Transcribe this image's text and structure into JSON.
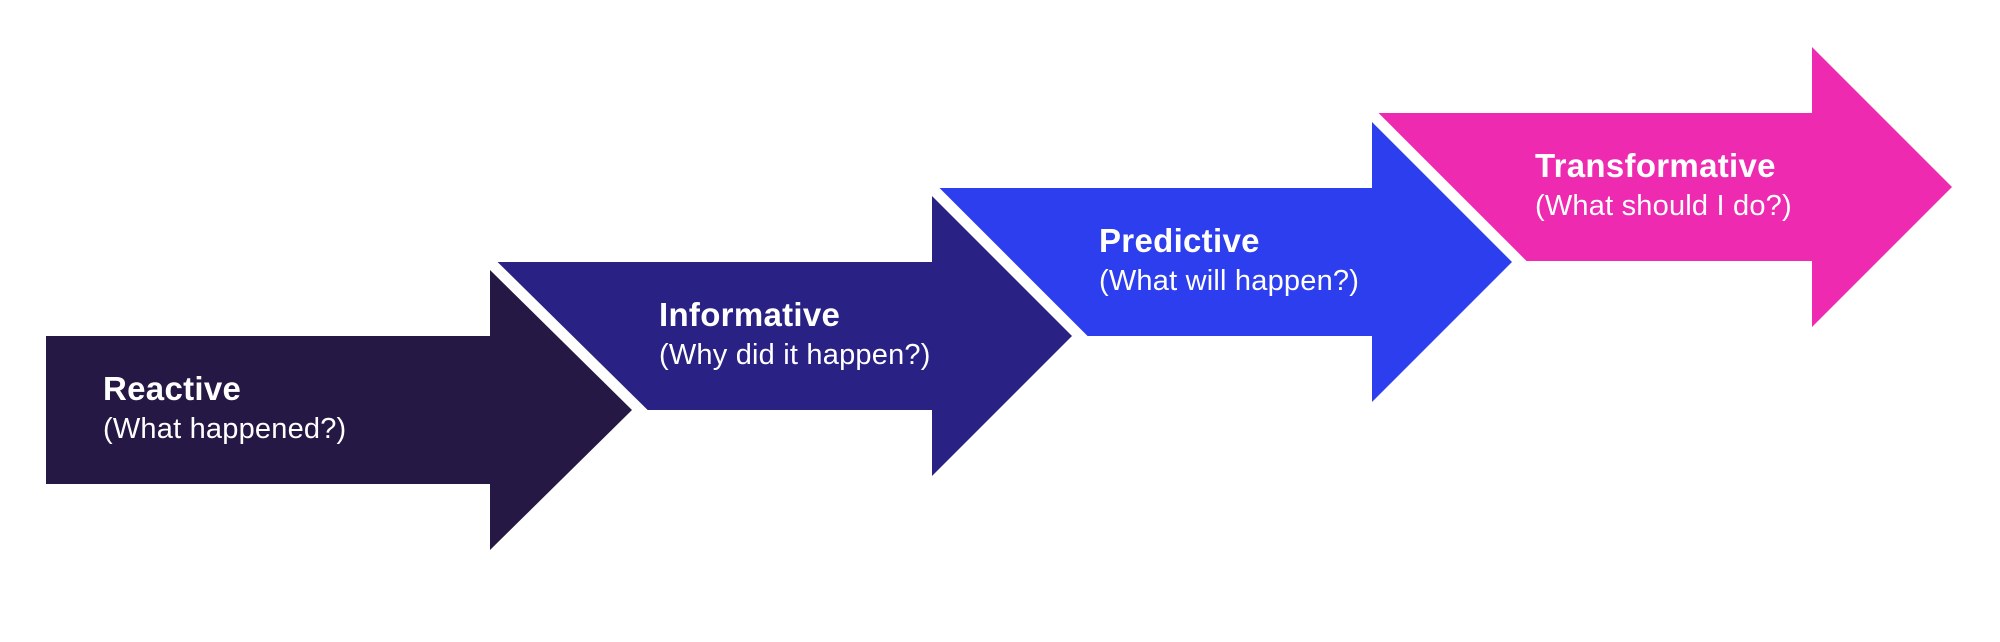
{
  "diagram": {
    "background_color": "#ffffff",
    "divider_color": "#ffffff",
    "text_color": "#ffffff",
    "stages": [
      {
        "label": "Reactive",
        "sublabel": "(What happened?)",
        "color": "#251845"
      },
      {
        "label": "Informative",
        "sublabel": "(Why did it happen?)",
        "color": "#2a2184"
      },
      {
        "label": "Predictive",
        "sublabel": "(What will happen?)",
        "color": "#2c3eee"
      },
      {
        "label": "Transformative",
        "sublabel": "(What should I do?)",
        "color": "#ed2ab0"
      }
    ]
  }
}
